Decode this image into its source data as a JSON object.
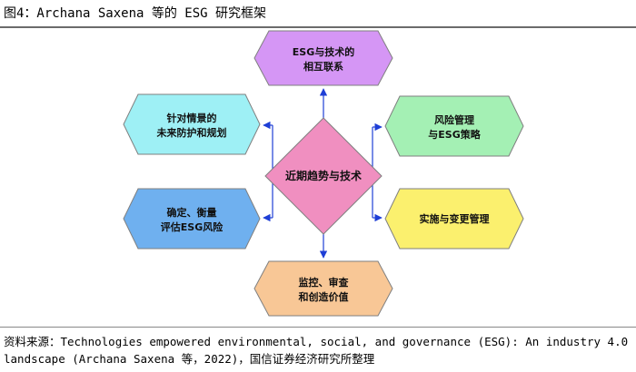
{
  "figure": {
    "title": "图4：Archana Saxena 等的 ESG 研究框架",
    "source_line1": "资料来源：Technologies empowered environmental, social, and governance (ESG): An industry 4.0",
    "source_line2": "landscape (Archana Saxena 等，2022)，国信证券经济研究所整理"
  },
  "diagram": {
    "center": {
      "label": "近期趋势与技术",
      "color": "#f08fc0"
    },
    "nodes": {
      "top": {
        "line1": "ESG与技术的",
        "line2": "相互联系",
        "color": "#d596f5"
      },
      "left_top": {
        "line1": "针对情景的",
        "line2": "未来防护和规划",
        "color": "#9ef0f5"
      },
      "left_bottom": {
        "line1": "确定、衡量",
        "line2": "评估ESG风险",
        "color": "#6fb0ef"
      },
      "right_top": {
        "line1": "风险管理",
        "line2": "与ESG策略",
        "color": "#a4f0b4"
      },
      "right_bottom": {
        "line1": "实施与变更管理",
        "line2": "",
        "color": "#fbf06e"
      },
      "bottom": {
        "line1": "监控、审查",
        "line2": "和创造价值",
        "color": "#f8c796"
      }
    },
    "connector_color": "#1f3fd6"
  }
}
